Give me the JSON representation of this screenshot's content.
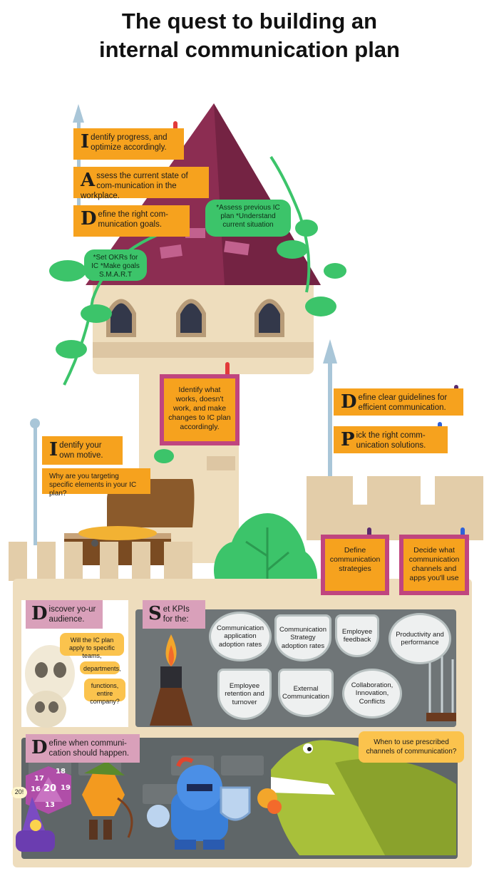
{
  "title": {
    "line1": "The quest to building an",
    "line2": "internal communication plan"
  },
  "colors": {
    "banner_orange": "#f6a21e",
    "roof_maroon": "#8c2d52",
    "vine_green": "#3cc46a",
    "stone_beige": "#eeddbd",
    "wall_gray": "#6f7577",
    "pink_tab": "#d9a0ba",
    "exclaim_red": "#e23a3a",
    "exclaim_blue": "#2f61d8",
    "exclaim_purple": "#5a2b6e"
  },
  "banners": {
    "identify_progress": {
      "cap": "I",
      "text": "dentify progress, and optimize accordingly."
    },
    "assess_state": {
      "cap": "A",
      "text": "ssess the current state of com-munication in the workplace."
    },
    "define_goals": {
      "cap": "D",
      "text": "efine the right com-munication goals."
    },
    "identify_motive": {
      "cap": "I",
      "text": "dentify your own motive."
    },
    "targeting_question": {
      "text": "Why are you targeting specific elements in your IC plan?"
    },
    "define_guidelines": {
      "cap": "D",
      "text": "efine clear guidelines for efficient communication."
    },
    "pick_solutions": {
      "cap": "P",
      "text": "ick the right comm-unication solutions."
    }
  },
  "notes": {
    "assess_previous": "*Assess previous IC plan *Understand current situation",
    "set_okrs": "*Set OKRs for IC *Make goals S.M.A.R.T"
  },
  "pink_flags": {
    "identify_works": "Identify what works, doesn't work, and make changes to IC plan accordingly.",
    "define_strategies": "Define communication strategies",
    "decide_channels": "Decide what communication channels and apps you'll use"
  },
  "tabs": {
    "discover_audience": {
      "cap": "D",
      "text": "iscover yo-ur audience."
    },
    "set_kpis": {
      "cap": "S",
      "text": "et KPIs for the:"
    },
    "define_when": {
      "cap": "D",
      "text": "efine when communi-cation should happen."
    }
  },
  "audience_bubbles": [
    "Will the IC plan apply to specific teams,",
    "departments,",
    "functions, entire company?"
  ],
  "kpis": [
    "Communication application adoption rates",
    "Communication Strategy adoption rates",
    "Employee feedback",
    "Productivity and performance",
    "Employee retention and turnover",
    "External Communication",
    "Collaboration, Innovation, Conflicts"
  ],
  "dragon_speech": "When to use prescribed channels of communication?",
  "dice": {
    "wizard_label": "20!",
    "faces": [
      "17",
      "16",
      "20",
      "19",
      "18",
      "13"
    ]
  },
  "icons": [
    "exclamation-icon",
    "spear-icon",
    "treasure-chest-icon",
    "torch-icon",
    "skull-icon",
    "dragon-icon",
    "knight-icon",
    "wizard-icon",
    "archer-icon",
    "d20-dice-icon"
  ]
}
